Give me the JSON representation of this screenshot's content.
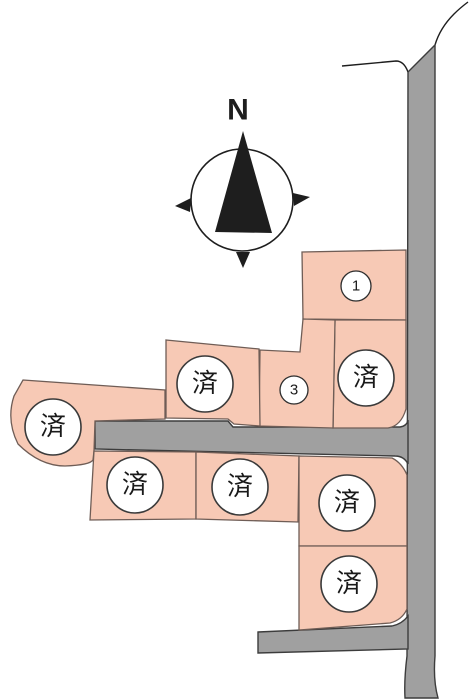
{
  "compass": {
    "north_label": "N"
  },
  "lots": [
    {
      "id": "lot-1",
      "label": "1",
      "kind": "number"
    },
    {
      "id": "lot-3",
      "label": "3",
      "kind": "number"
    },
    {
      "id": "lot-upper-right",
      "label": "済",
      "kind": "sold"
    },
    {
      "id": "lot-upper-middle",
      "label": "済",
      "kind": "sold"
    },
    {
      "id": "lot-left",
      "label": "済",
      "kind": "sold"
    },
    {
      "id": "lot-lower-left",
      "label": "済",
      "kind": "sold"
    },
    {
      "id": "lot-lower-middle",
      "label": "済",
      "kind": "sold"
    },
    {
      "id": "lot-lower-right-top",
      "label": "済",
      "kind": "sold"
    },
    {
      "id": "lot-lower-right-bottom",
      "label": "済",
      "kind": "sold"
    }
  ],
  "colors": {
    "lot_fill": "#f7c9b5",
    "road_fill": "#a0a0a0",
    "sold_badge_bg": "#ffffff"
  }
}
